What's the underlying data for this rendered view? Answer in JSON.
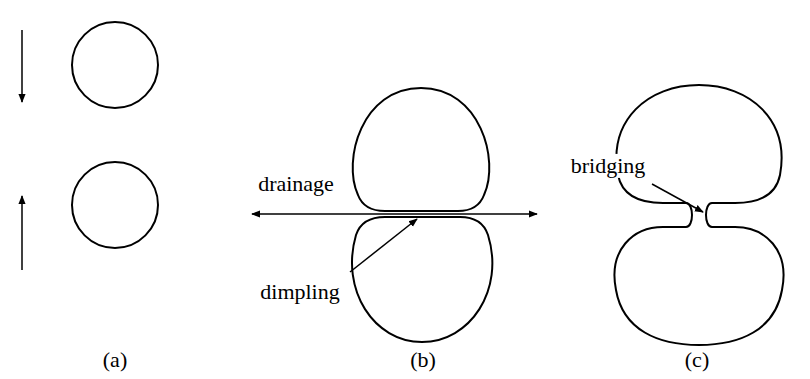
{
  "diagram": {
    "labels": [
      "drainage",
      "dimpling",
      "bridging",
      "(a)",
      "(b)",
      "(c)"
    ]
  }
}
